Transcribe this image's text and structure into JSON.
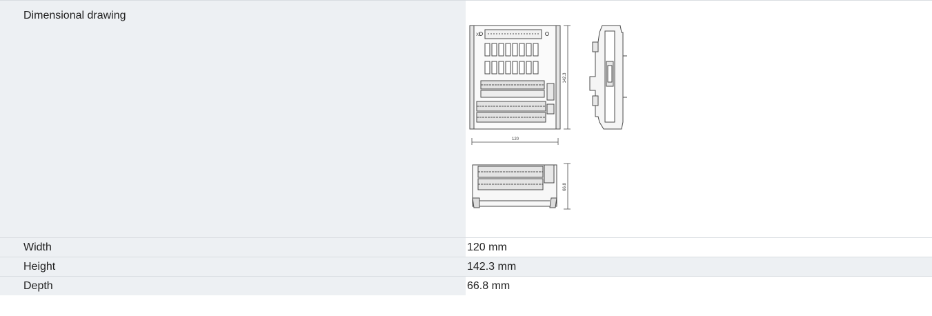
{
  "rows": [
    {
      "label": "Dimensional drawing"
    },
    {
      "label": "Width",
      "value": "120 mm"
    },
    {
      "label": "Height",
      "value": "142.3 mm"
    },
    {
      "label": "Depth",
      "value": "66.8 mm"
    }
  ],
  "drawing": {
    "width_dim": "120",
    "height_dim": "142.3",
    "depth_dim": "66.8",
    "connector_label": "X1"
  }
}
